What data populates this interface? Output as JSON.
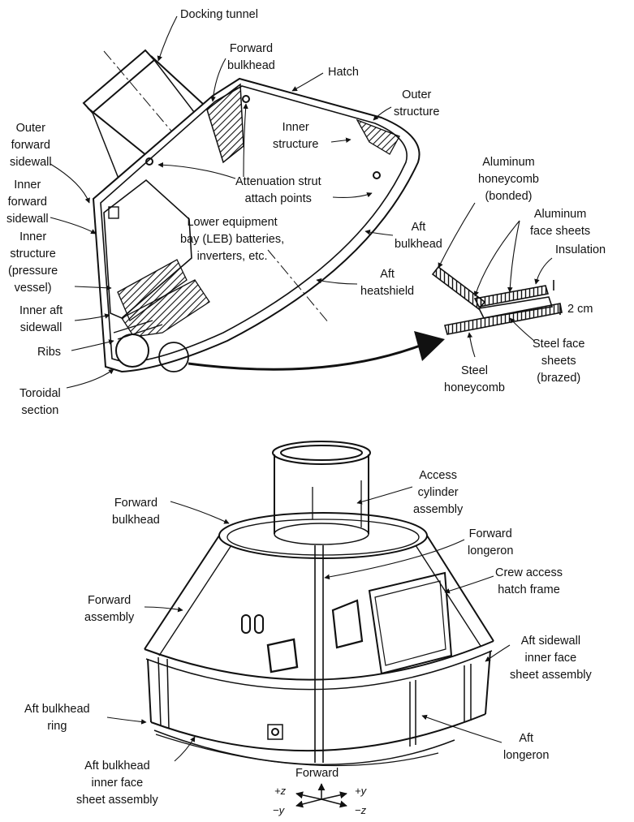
{
  "labels": {
    "docking_tunnel": "Docking tunnel",
    "forward_bulkhead_top": "Forward\nbulkhead",
    "hatch": "Hatch",
    "outer_structure": "Outer\nstructure",
    "inner_structure": "Inner\nstructure",
    "outer_forward_sidewall": "Outer\nforward\nsidewall",
    "inner_forward_sidewall": "Inner\nforward\nsidewall",
    "inner_structure_pressure": "Inner\nstructure\n(pressure\nvessel)",
    "inner_aft_sidewall": "Inner aft\nsidewall",
    "ribs": "Ribs",
    "toroidal_section": "Toroidal\nsection",
    "attenuation_strut": "Attenuation strut\nattach points",
    "lower_equipment_bay": "Lower equipment\nbay (LEB) batteries,\ninverters, etc.",
    "aft_bulkhead": "Aft\nbulkhead",
    "aft_heatshield": "Aft\nheatshield",
    "aluminum_honeycomb": "Aluminum\nhoneycomb\n(bonded)",
    "aluminum_face_sheets": "Aluminum\nface sheets",
    "insulation": "Insulation",
    "dimension": "2 cm",
    "steel_face_sheets": "Steel face\nsheets\n(brazed)",
    "steel_honeycomb": "Steel\nhoneycomb",
    "access_cylinder": "Access\ncylinder\nassembly",
    "forward_bulkhead_bottom": "Forward\nbulkhead",
    "forward_longeron": "Forward\nlongeron",
    "crew_access_hatch": "Crew access\nhatch frame",
    "forward_assembly": "Forward\nassembly",
    "aft_sidewall_inner": "Aft sidewall\ninner face\nsheet assembly",
    "aft_bulkhead_ring": "Aft bulkhead\nring",
    "aft_bulkhead_inner": "Aft bulkhead\ninner face\nsheet assembly",
    "aft_longeron": "Aft\nlongeron"
  },
  "axes": {
    "title": "Forward",
    "plus_z": "+z",
    "plus_y": "+y",
    "minus_y": "−y",
    "minus_z": "−z"
  }
}
